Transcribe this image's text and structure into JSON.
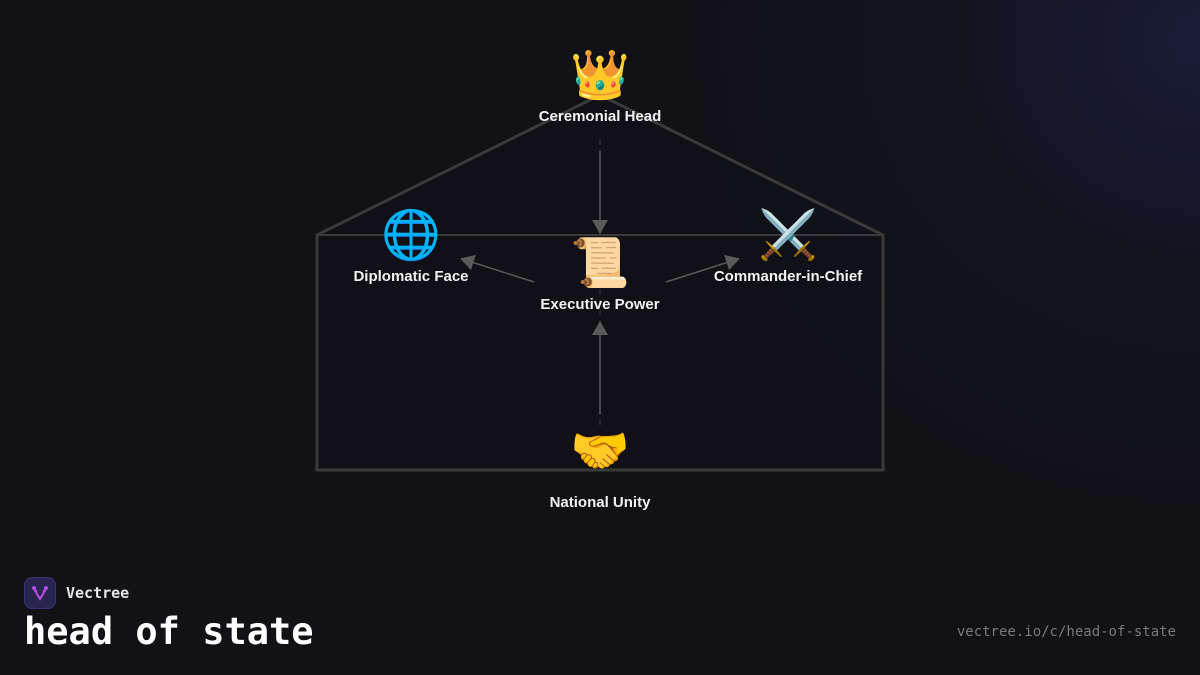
{
  "diagram": {
    "nodes": [
      {
        "id": "ceremonial",
        "icon": "crown-icon",
        "emoji": "👑",
        "label": "Ceremonial Head"
      },
      {
        "id": "diplomatic",
        "icon": "globe-icon",
        "emoji": "🌐",
        "label": "Diplomatic Face"
      },
      {
        "id": "executive",
        "icon": "scroll-icon",
        "emoji": "📜",
        "label": "Executive Power"
      },
      {
        "id": "commander",
        "icon": "crossed-swords-icon",
        "emoji": "⚔️",
        "label": "Commander-in-Chief"
      },
      {
        "id": "unity",
        "icon": "handshake-icon",
        "emoji": "🤝",
        "label": "National Unity"
      }
    ],
    "edges": [
      {
        "from": "ceremonial",
        "to": "executive"
      },
      {
        "from": "executive",
        "to": "diplomatic"
      },
      {
        "from": "executive",
        "to": "commander"
      },
      {
        "from": "unity",
        "to": "executive"
      }
    ],
    "colors": {
      "background": "#111116",
      "outline": "#3a3a3a",
      "arrow": "#5a5a5a",
      "label": "#f2f2f2"
    }
  },
  "brand": {
    "name": "Vectree",
    "logo_color": "#a040d0"
  },
  "title": "head of state",
  "url": "vectree.io/c/head-of-state"
}
